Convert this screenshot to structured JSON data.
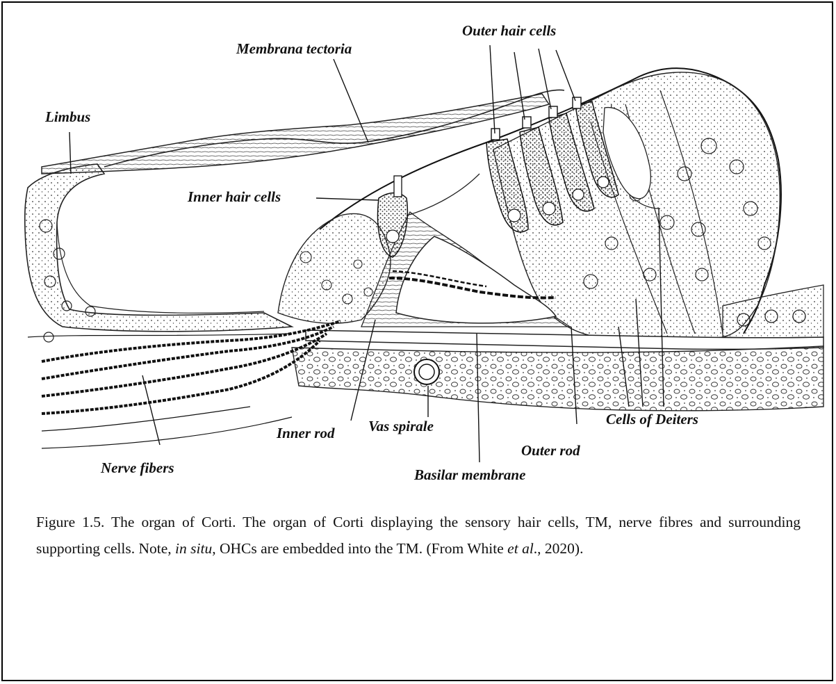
{
  "figure": {
    "labels": {
      "membrana_tectoria": "Membrana tectoria",
      "outer_hair_cells": "Outer hair cells",
      "limbus": "Limbus",
      "inner_hair_cells": "Inner hair cells",
      "inner_rod": "Inner rod",
      "vas_spirale": "Vas spirale",
      "outer_rod": "Outer rod",
      "cells_of_deiters": "Cells of Deiters",
      "nerve_fibers": "Nerve fibers",
      "basilar_membrane": "Basilar membrane"
    }
  },
  "caption": {
    "part1": "Figure 1.5. The organ of Corti. The organ of Corti displaying the sensory hair cells, TM, nerve fibres and surrounding supporting cells. Note, ",
    "italic1": "in situ",
    "part2": ", OHCs are embedded into the TM. (From White ",
    "italic2": "et al",
    "part3": "., 2020)."
  }
}
